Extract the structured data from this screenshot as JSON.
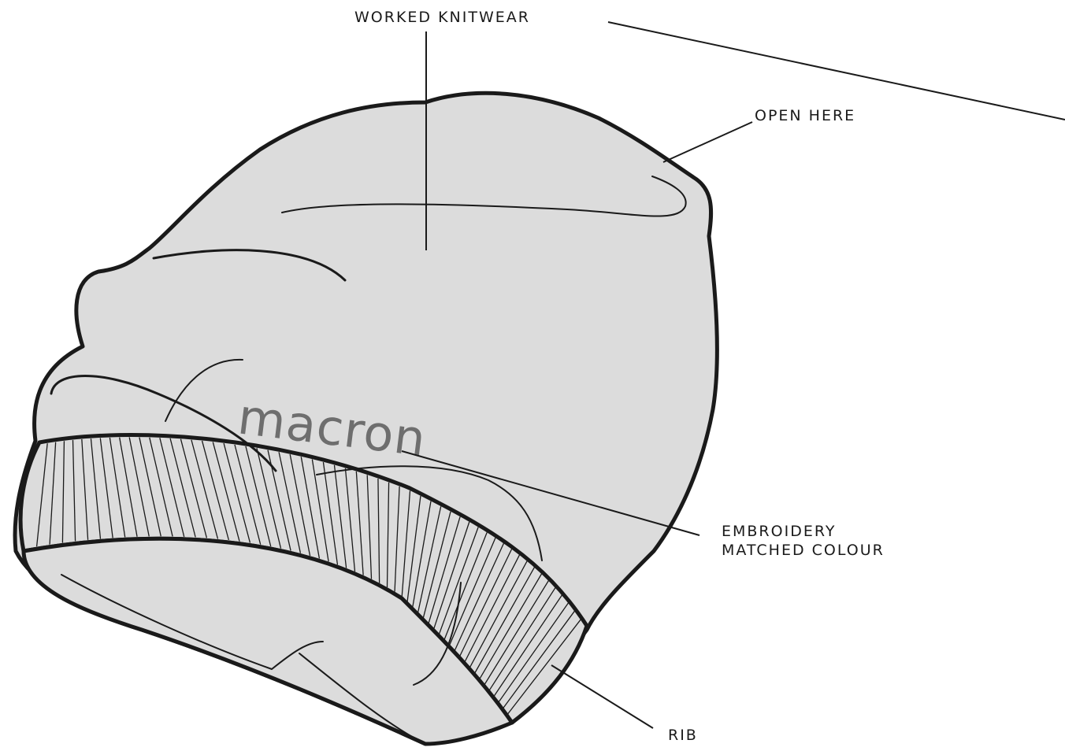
{
  "brand_logo": "macron",
  "callouts": {
    "worked_knitwear": "WORKED  KNITWEAR",
    "open_here": "OPEN HERE",
    "embroidery_line1": "EMBROIDERY",
    "embroidery_line2": "MATCHED COLOUR",
    "rib": "RIB"
  },
  "colors": {
    "fabric": "#dcdcdc",
    "outline": "#1a1a1a",
    "logo": "#6e6e6e"
  }
}
